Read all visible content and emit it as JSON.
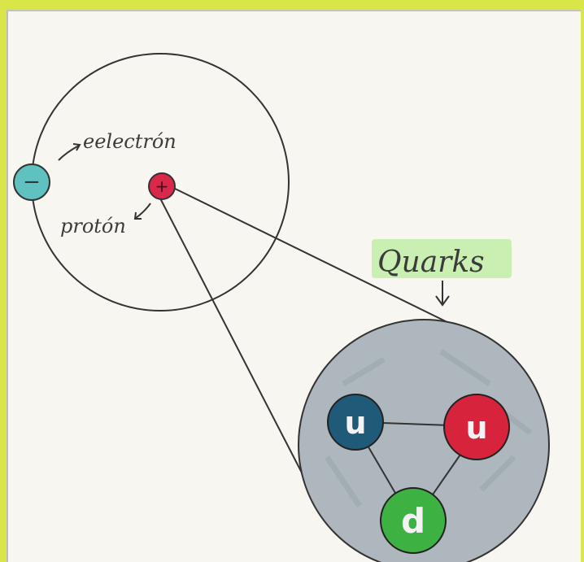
{
  "labels": {
    "electron": "eelectrón",
    "proton": "protón",
    "quarks": "Quarks"
  },
  "particles": {
    "electron_sign": "−",
    "proton_sign": "+"
  },
  "quarks": [
    {
      "letter": "u",
      "color": "#1f5a78"
    },
    {
      "letter": "u",
      "color": "#d8233c"
    },
    {
      "letter": "d",
      "color": "#3db142"
    }
  ],
  "colors": {
    "background": "#d9e64a",
    "paper": "#f7f6f1",
    "electron": "#5fc1c0",
    "proton": "#d9284a",
    "nucleus_fill": "#aeb7bd",
    "quarks_highlight": "#c9efb3"
  }
}
